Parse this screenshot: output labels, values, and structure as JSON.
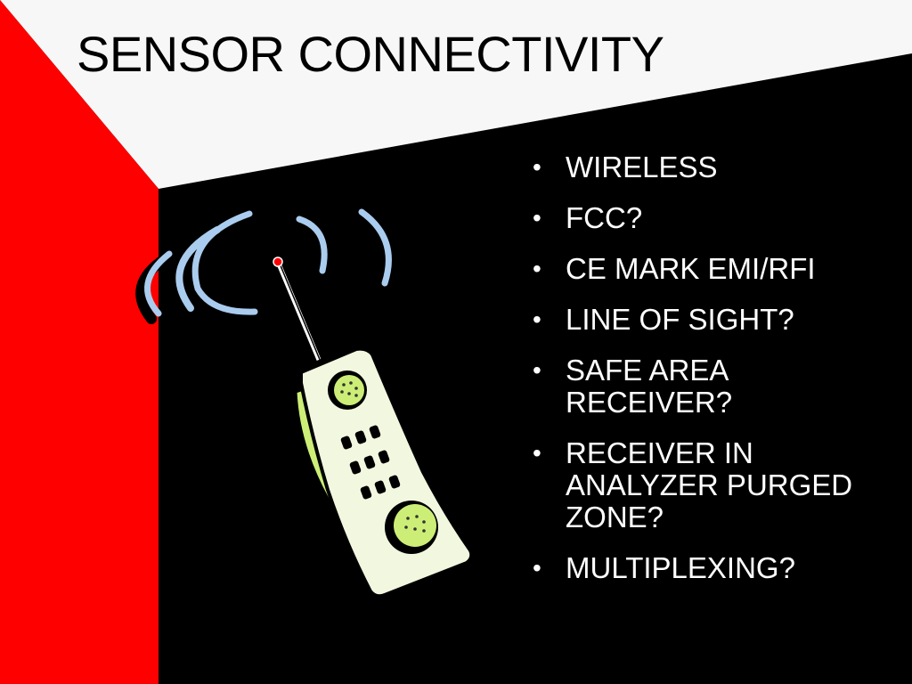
{
  "slide": {
    "title": "SENSOR CONNECTIVITY",
    "bullets": [
      "WIRELESS",
      "FCC?",
      "CE MARK EMI/RFI",
      "LINE OF SIGHT?",
      "SAFE AREA RECEIVER?",
      "RECEIVER IN ANALYZER PURGED ZONE?",
      "MULTIPLEXING?"
    ]
  },
  "colors": {
    "background": "#000000",
    "red_panel": "#ff0000",
    "white_band": "#f7f7f7",
    "text": "#ffffff",
    "title_text": "#000000",
    "phone_green": "#ccee77",
    "signal_waves": "#aaccee"
  },
  "icons": {
    "clipart": "cordless-phone-with-signal-waves"
  }
}
